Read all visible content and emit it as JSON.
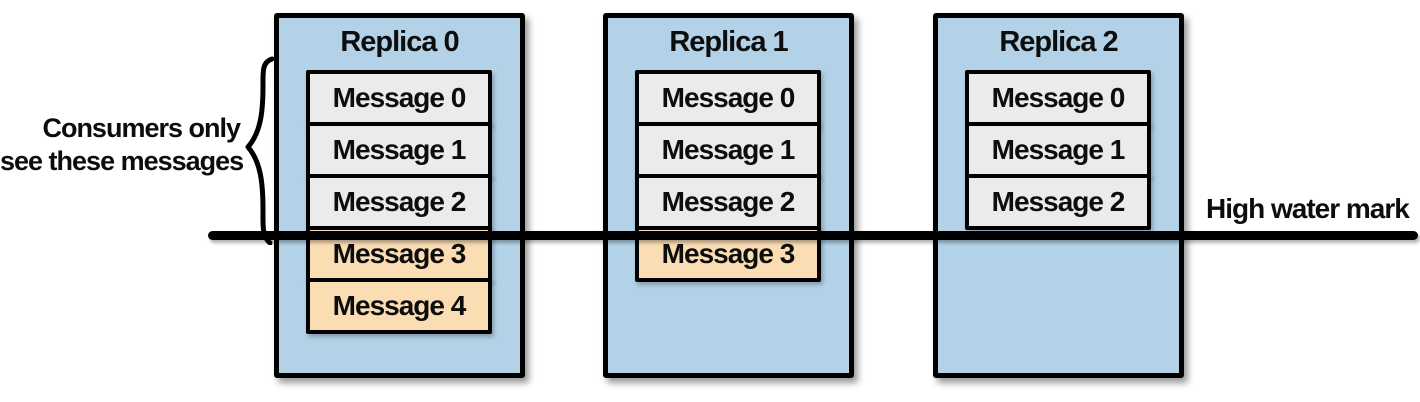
{
  "diagram": {
    "title_semantic": "Kafka partition replicas and high water mark",
    "annotations": {
      "consumers_note_line1": "Consumers only",
      "consumers_note_line2": "see these messages",
      "high_water_mark_label": "High water mark"
    },
    "replicas": [
      {
        "label": "Replica 0",
        "messages": [
          {
            "label": "Message 0",
            "state": "visible"
          },
          {
            "label": "Message 1",
            "state": "visible"
          },
          {
            "label": "Message 2",
            "state": "visible"
          },
          {
            "label": "Message 3",
            "state": "unreplicated"
          },
          {
            "label": "Message 4",
            "state": "unreplicated"
          }
        ]
      },
      {
        "label": "Replica 1",
        "messages": [
          {
            "label": "Message 0",
            "state": "visible"
          },
          {
            "label": "Message 1",
            "state": "visible"
          },
          {
            "label": "Message 2",
            "state": "visible"
          },
          {
            "label": "Message 3",
            "state": "unreplicated"
          }
        ]
      },
      {
        "label": "Replica 2",
        "messages": [
          {
            "label": "Message 0",
            "state": "visible"
          },
          {
            "label": "Message 1",
            "state": "visible"
          },
          {
            "label": "Message 2",
            "state": "visible"
          }
        ]
      }
    ],
    "colors": {
      "replica_bg": "#b3d2e7",
      "message_visible_bg": "#ebebeb",
      "message_unreplicated_bg": "#fbddb4",
      "line_color": "#000000",
      "outline": "#000000"
    }
  }
}
